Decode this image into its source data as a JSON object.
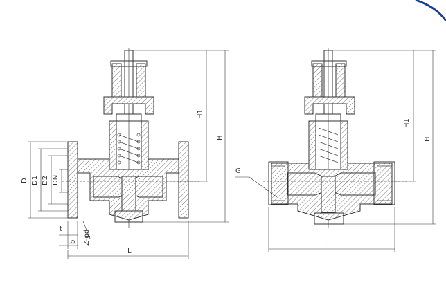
{
  "labels": {
    "d": "D",
    "d1": "D1",
    "d2": "D2",
    "dn": "DN",
    "h1_left": "H1",
    "h_left": "H",
    "l_left": "L",
    "t": "t",
    "b": "b",
    "z_phi_d": "Z-φd",
    "g": "G",
    "h1_right": "H1",
    "h_right": "H",
    "l_right": "L"
  },
  "colors": {
    "line": "#333333",
    "accent": "#1f3f8f"
  }
}
